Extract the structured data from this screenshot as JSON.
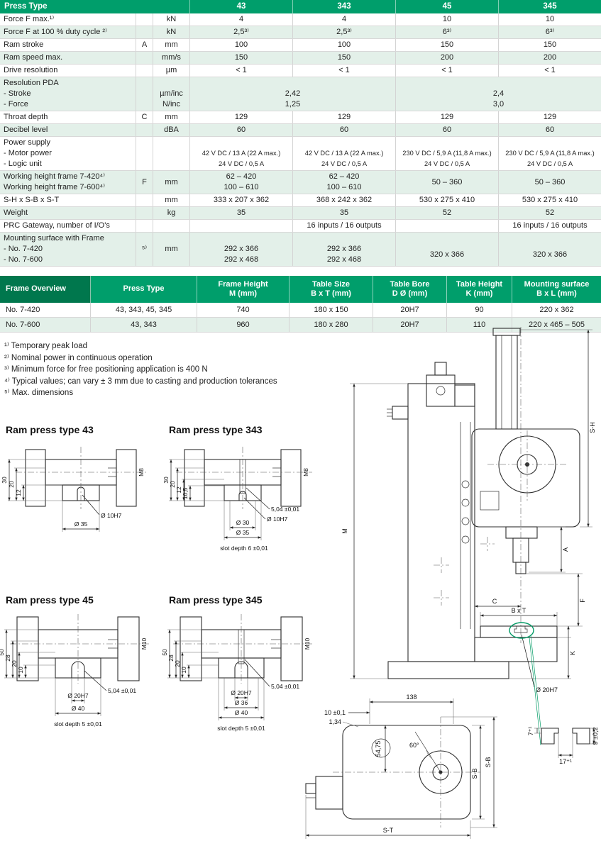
{
  "spec_table": {
    "header_label": "Press Type",
    "header_cols": [
      "43",
      "343",
      "45",
      "345"
    ],
    "rows": [
      {
        "label": [
          "Force F max.¹⁾"
        ],
        "letter": "",
        "unit": [
          "kN"
        ],
        "shade": false,
        "cells": [
          {
            "lines": [
              "4"
            ]
          },
          {
            "lines": [
              "4"
            ]
          },
          {
            "lines": [
              "10"
            ]
          },
          {
            "lines": [
              "10"
            ]
          }
        ]
      },
      {
        "label": [
          "Force F at 100 % duty cycle ²⁾"
        ],
        "letter": "",
        "unit": [
          "kN"
        ],
        "shade": true,
        "cells": [
          {
            "lines": [
              "2,5³⁾"
            ]
          },
          {
            "lines": [
              "2,5³⁾"
            ]
          },
          {
            "lines": [
              "6³⁾"
            ]
          },
          {
            "lines": [
              "6³⁾"
            ]
          }
        ]
      },
      {
        "label": [
          "Ram stroke"
        ],
        "letter": "A",
        "unit": [
          "mm"
        ],
        "shade": false,
        "cells": [
          {
            "lines": [
              "100"
            ]
          },
          {
            "lines": [
              "100"
            ]
          },
          {
            "lines": [
              "150"
            ]
          },
          {
            "lines": [
              "150"
            ]
          }
        ]
      },
      {
        "label": [
          "Ram speed max."
        ],
        "letter": "",
        "unit": [
          "mm/s"
        ],
        "shade": true,
        "cells": [
          {
            "lines": [
              "150"
            ]
          },
          {
            "lines": [
              "150"
            ]
          },
          {
            "lines": [
              "200"
            ]
          },
          {
            "lines": [
              "200"
            ]
          }
        ]
      },
      {
        "label": [
          "Drive resolution"
        ],
        "letter": "",
        "unit": [
          "µm"
        ],
        "shade": false,
        "cells": [
          {
            "lines": [
              "< 1"
            ]
          },
          {
            "lines": [
              "< 1"
            ]
          },
          {
            "lines": [
              "< 1"
            ]
          },
          {
            "lines": [
              "< 1"
            ]
          }
        ]
      },
      {
        "label": [
          "Resolution PDA",
          "- Stroke",
          "- Force"
        ],
        "letter": "",
        "unit": [
          "",
          "µm/inc",
          "N/inc"
        ],
        "shade": true,
        "cells": [
          {
            "span": 2,
            "lines": [
              "",
              "2,42",
              "1,25"
            ]
          },
          {
            "span": 2,
            "lines": [
              "",
              "2,4",
              "3,0"
            ]
          }
        ]
      },
      {
        "label": [
          "Throat depth"
        ],
        "letter": "C",
        "unit": [
          "mm"
        ],
        "shade": false,
        "cells": [
          {
            "lines": [
              "129"
            ]
          },
          {
            "lines": [
              "129"
            ]
          },
          {
            "lines": [
              "129"
            ]
          },
          {
            "lines": [
              "129"
            ]
          }
        ]
      },
      {
        "label": [
          "Decibel level"
        ],
        "letter": "",
        "unit": [
          "dBA"
        ],
        "shade": true,
        "cells": [
          {
            "lines": [
              "60"
            ]
          },
          {
            "lines": [
              "60"
            ]
          },
          {
            "lines": [
              "60"
            ]
          },
          {
            "lines": [
              "60"
            ]
          }
        ]
      },
      {
        "label": [
          "Power supply",
          "- Motor power",
          "- Logic unit"
        ],
        "letter": "",
        "unit": [
          ""
        ],
        "shade": false,
        "small": true,
        "cells": [
          {
            "lines": [
              "",
              "42 V DC / 13 A (22 A max.)",
              "24 V DC / 0,5 A"
            ]
          },
          {
            "lines": [
              "",
              "42 V DC / 13 A (22 A max.)",
              "24 V DC / 0,5 A"
            ]
          },
          {
            "lines": [
              "",
              "230 V DC / 5,9 A (11,8 A max.)",
              "24 V DC / 0,5 A"
            ]
          },
          {
            "lines": [
              "",
              "230 V DC / 5,9 A (11,8 A max.)",
              "24 V DC / 0,5 A"
            ]
          }
        ]
      },
      {
        "label": [
          "Working height frame 7-420⁴⁾",
          "Working height frame 7-600⁴⁾"
        ],
        "letter": "F",
        "unit": [
          "mm"
        ],
        "shade": true,
        "cells": [
          {
            "lines": [
              "62 – 420",
              "100 – 610"
            ]
          },
          {
            "lines": [
              "62 – 420",
              "100 – 610"
            ]
          },
          {
            "lines": [
              "50 – 360"
            ]
          },
          {
            "lines": [
              "50 – 360"
            ]
          }
        ]
      },
      {
        "label": [
          "S-H x S-B x S-T"
        ],
        "letter": "",
        "unit": [
          "mm"
        ],
        "shade": false,
        "cells": [
          {
            "lines": [
              "333 x 207 x 362"
            ]
          },
          {
            "lines": [
              "368 x 242 x 362"
            ]
          },
          {
            "lines": [
              "530 x 275 x 410"
            ]
          },
          {
            "lines": [
              "530 x 275 x 410"
            ]
          }
        ]
      },
      {
        "label": [
          "Weight"
        ],
        "letter": "",
        "unit": [
          "kg"
        ],
        "shade": true,
        "cells": [
          {
            "lines": [
              "35"
            ]
          },
          {
            "lines": [
              "35"
            ]
          },
          {
            "lines": [
              "52"
            ]
          },
          {
            "lines": [
              "52"
            ]
          }
        ]
      },
      {
        "label": [
          "PRC Gateway, number of I/O's"
        ],
        "letter": "",
        "unit": [
          ""
        ],
        "shade": false,
        "cells": [
          {
            "lines": [
              ""
            ]
          },
          {
            "lines": [
              "16 inputs / 16 outputs"
            ]
          },
          {
            "lines": [
              ""
            ]
          },
          {
            "lines": [
              "16 inputs / 16 outputs"
            ]
          }
        ]
      },
      {
        "label": [
          "Mounting surface with Frame",
          "- No. 7-420",
          "- No. 7-600"
        ],
        "letter": "⁵⁾",
        "unit": [
          "mm"
        ],
        "shade": true,
        "cells": [
          {
            "lines": [
              "",
              "292 x 366",
              "292 x 468"
            ]
          },
          {
            "lines": [
              "",
              "292 x 366",
              "292 x 468"
            ]
          },
          {
            "lines": [
              "",
              "320 x 366"
            ]
          },
          {
            "lines": [
              "",
              "320 x 366"
            ]
          }
        ]
      }
    ]
  },
  "frame_table": {
    "headers": [
      [
        "Frame Overview"
      ],
      [
        "Press Type"
      ],
      [
        "Frame Height",
        "M (mm)"
      ],
      [
        "Table Size",
        "B x T (mm)"
      ],
      [
        "Table Bore",
        "D Ø (mm)"
      ],
      [
        "Table Height",
        "K (mm)"
      ],
      [
        "Mounting surface",
        "B x L (mm)"
      ]
    ],
    "rows": [
      [
        "No. 7-420",
        "43, 343, 45, 345",
        "740",
        "180 x 150",
        "20H7",
        "90",
        "220 x 362"
      ],
      [
        "No. 7-600",
        "43, 343",
        "960",
        "180 x 280",
        "20H7",
        "110",
        "220 x 465 – 505"
      ]
    ]
  },
  "footnotes": [
    "¹⁾ Temporary peak load",
    "²⁾ Nominal power in continuous operation",
    "³⁾ Minimum force for free positioning application is 400 N",
    "⁴⁾ Typical values; can vary ± 3 mm due to casting and production tolerances",
    "⁵⁾ Max. dimensions"
  ],
  "drawings": {
    "ram43": {
      "title": "Ram press type 43",
      "h1": "30",
      "h2": "20",
      "h3": "12",
      "thread": "M8",
      "bore": "Ø 10H7",
      "outer": "Ø 35"
    },
    "ram343": {
      "title": "Ram press type 343",
      "h1": "30",
      "h2": "20",
      "h3": "12",
      "h4": "10,5",
      "thread": "M8",
      "tol": "5,04 ±0,01",
      "bore": "Ø 10H7",
      "inner": "Ø 30",
      "outer": "Ø 35",
      "slot": "slot depth 6 ±0,01"
    },
    "ram45": {
      "title": "Ram press type 45",
      "h1": "50",
      "h2": "28",
      "h3": "20",
      "h4": "10",
      "thread": "M10",
      "tol": "5,04 ±0,01",
      "bore": "Ø 20H7",
      "outer": "Ø 40",
      "slot": "slot depth 5 ±0,01"
    },
    "ram345": {
      "title": "Ram press type 345",
      "h1": "50",
      "h2": "28",
      "h3": "20",
      "h4": "10",
      "thread": "M10",
      "tol": "5,04 ±0,01",
      "bore": "Ø 20H7",
      "mid": "Ø 36",
      "outer": "Ø 40",
      "slot": "slot depth 5 ±0,01"
    },
    "side": {
      "m": "M",
      "sh": "S-H",
      "a": "A",
      "c": "C",
      "f": "F",
      "bxt": "B x T",
      "k": "K",
      "bore": "Ø 20H7"
    },
    "plan": {
      "w138": "138",
      "t10": "10 ±0,1",
      "t134": "1,34",
      "t5475": "54,75",
      "angle": "60°",
      "sb1": "S-B",
      "sb2": "S-B",
      "st": "S-T"
    },
    "detail": {
      "d7": "7⁺¹",
      "d9": "9 ±0,2",
      "d17": "17⁺¹"
    }
  }
}
